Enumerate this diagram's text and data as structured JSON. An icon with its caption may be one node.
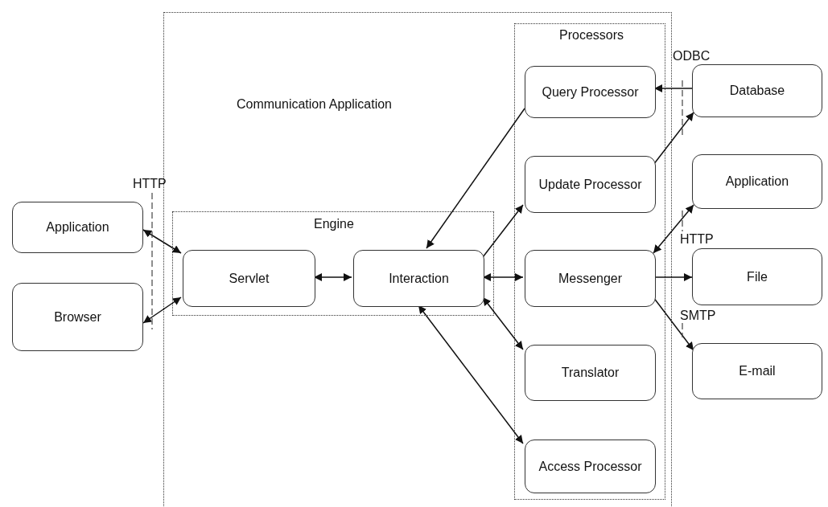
{
  "diagram": {
    "nodes": [
      {
        "text": [
          "Communication Application"
        ]
      },
      {
        "text": [
          "Engine"
        ],
        "in": 0
      },
      {
        "text": [
          "Servlet"
        ],
        "in": 1
      },
      {
        "text": [
          "Interaction"
        ],
        "in": 1
      },
      {
        "text": [
          "Processors"
        ],
        "in": 0
      },
      {
        "text": [
          "Query Processor"
        ],
        "in": 4
      },
      {
        "text": [
          "Update Processor"
        ],
        "in": 4
      },
      {
        "text": [
          "Messenger"
        ],
        "in": 4
      },
      {
        "text": [
          "Translator"
        ],
        "in": 4
      },
      {
        "text": [
          "Access Processor"
        ],
        "in": 4
      },
      {
        "text": [
          "Application"
        ]
      },
      {
        "text": [
          "Browser"
        ]
      },
      {
        "text": [
          "Database"
        ]
      },
      {
        "text": [
          "Application"
        ]
      },
      {
        "text": [
          "File"
        ]
      },
      {
        "text": [
          "E-mail"
        ]
      }
    ],
    "edges": [
      {
        "from": 10,
        "to": 2,
        "arrow": "both"
      },
      {
        "from": 11,
        "to": 2,
        "arrow": "both"
      },
      {
        "from": 2,
        "to": 3,
        "arrow": "both"
      },
      {
        "from": 5,
        "to": 3,
        "arrow": "to"
      },
      {
        "from": 3,
        "to": 6,
        "arrow": "to"
      },
      {
        "from": 3,
        "to": 7,
        "arrow": "both"
      },
      {
        "from": 3,
        "to": 8,
        "arrow": "both"
      },
      {
        "from": 3,
        "to": 9,
        "arrow": "both"
      },
      {
        "from": 12,
        "to": 5,
        "arrow": "to"
      },
      {
        "from": 6,
        "to": 12,
        "arrow": "to"
      },
      {
        "from": 7,
        "to": 13,
        "arrow": "both"
      },
      {
        "from": 7,
        "to": 14,
        "arrow": "to"
      },
      {
        "from": 7,
        "to": 15,
        "arrow": "to"
      }
    ],
    "labels": [
      "HTTP",
      "ODBC",
      "HTTP",
      "SMTP"
    ]
  }
}
